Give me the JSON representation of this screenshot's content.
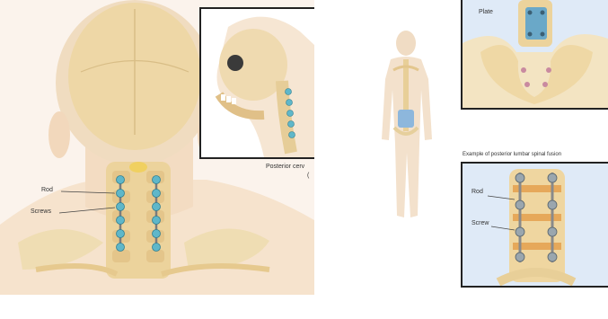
{
  "cervical": {
    "rod_label": "Rod",
    "screws_label": "Screws",
    "inset_caption": "Posterior cerv",
    "inset_caption_cont": "("
  },
  "lumbar": {
    "plate_label": "Plate",
    "section_caption": "Example of posterior lumbar spinal fusion",
    "rod_label": "Rod",
    "screw_label": "Screw"
  },
  "colors": {
    "bone": "#eed9a8",
    "bone_dark": "#c9a76a",
    "skin": "#f6e2cc",
    "hardware": "#5fb7c9",
    "box_bg": "#dfeaf7",
    "disc": "#6aa8c8"
  }
}
